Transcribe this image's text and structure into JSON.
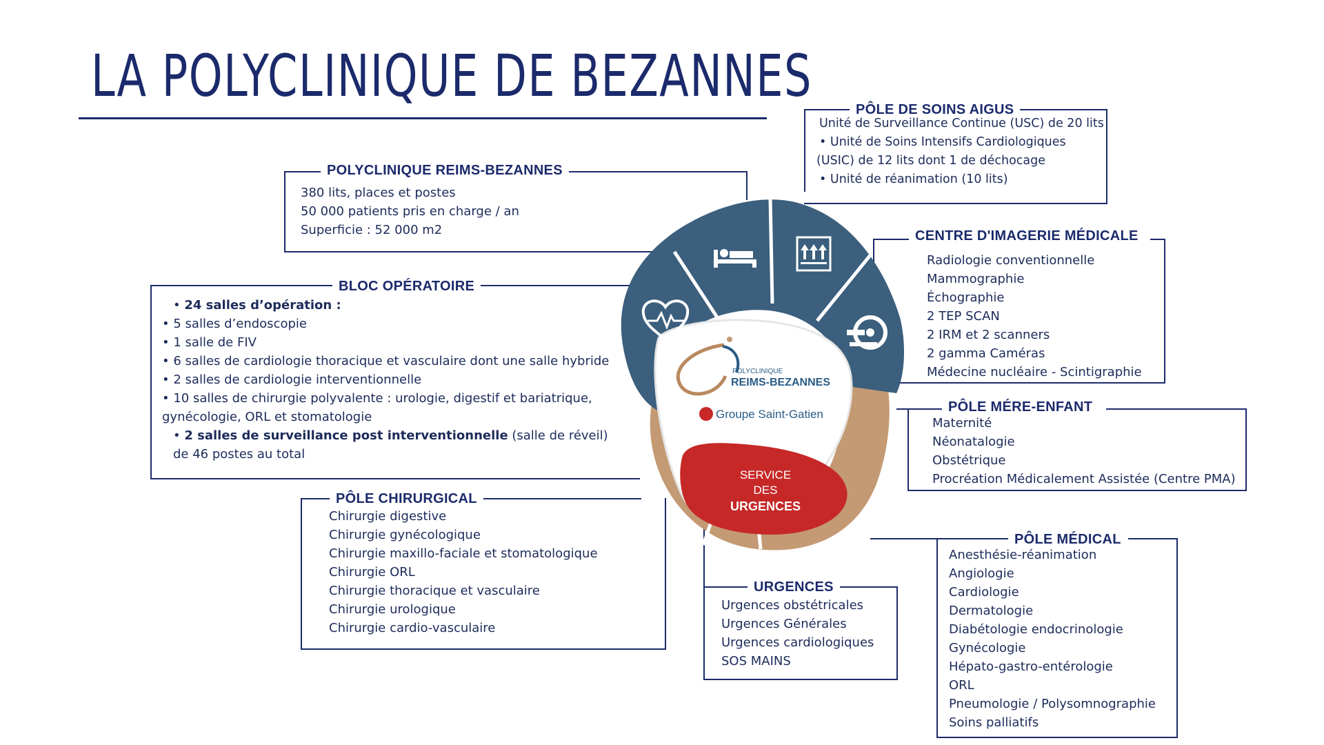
{
  "title": "LA POLYCLINIQUE DE BEZANNES",
  "colors": {
    "navy": "#1b2a6b",
    "wheel_blue": "#3b5f7d",
    "wheel_tan": "#c39a74",
    "urgence_red": "#c62827"
  },
  "center": {
    "logo_small": "POLYCLINIQUE",
    "logo_main": "REIMS-BEZANNES",
    "group": "Groupe Saint-Gatien",
    "urgence_line1": "SERVICE",
    "urgence_line2": "DES",
    "urgence_line3": "URGENCES"
  },
  "icons": [
    "heart-monitor-icon",
    "bed-icon",
    "arrows-up-box-icon",
    "scanner-icon"
  ],
  "boxes": {
    "polyclinique": {
      "title": "POLYCLINIQUE  REIMS-BEZANNES",
      "items": [
        "380 lits, places et postes",
        "50 000 patients pris en charge / an",
        "Superficie : 52 000 m2"
      ]
    },
    "bloc": {
      "title": "BLOC OPÉRATOIRE",
      "b1": "24 salles d’opération :",
      "items": [
        "5 salles d’endoscopie",
        "1 salle de FIV",
        "6 salles de cardiologie thoracique et vasculaire dont une salle hybride",
        "2 salles de cardiologie interventionnelle",
        "10 salles de chirurgie polyvalente : urologie, digestif et bariatrique, gynécologie, ORL et stomatologie"
      ],
      "b2_bold": "2 salles de surveillance post interventionnelle",
      "b2_rest": " (salle de réveil) de 46 postes au total"
    },
    "chirurgical": {
      "title": "PÔLE CHIRURGICAL",
      "items": [
        "Chirurgie digestive",
        "Chirurgie gynécologique",
        "Chirurgie maxillo-faciale et stomatologique",
        "Chirurgie ORL",
        "Chirurgie thoracique et vasculaire",
        "Chirurgie urologique",
        "Chirurgie cardio-vasculaire"
      ]
    },
    "urgences": {
      "title": "URGENCES",
      "items": [
        "Urgences obstétricales",
        "Urgences Générales",
        "Urgences cardiologiques",
        "SOS MAINS"
      ]
    },
    "soins": {
      "title": "PÔLE DE SOINS AIGUS",
      "items": [
        "Unité de Surveillance Continue (USC) de 20 lits",
        "• Unité de Soins Intensifs Cardiologiques",
        "(USIC) de 12 lits dont 1 de déchocage",
        "• Unité de réanimation (10 lits)"
      ]
    },
    "imagerie": {
      "title": "CENTRE D'IMAGERIE  MÉDICALE",
      "items": [
        "Radiologie conventionnelle",
        "Mammographie",
        "Échographie",
        "2 TEP SCAN",
        "2 IRM et 2 scanners",
        "2 gamma Caméras",
        "Médecine nucléaire - Scintigraphie"
      ]
    },
    "mere": {
      "title": "PÔLE MÉRE-ENFANT",
      "items": [
        "Maternité",
        "Néonatalogie",
        "Obstétrique",
        "Procréation Médicalement Assistée (Centre PMA)"
      ]
    },
    "medical": {
      "title": "PÔLE MÉDICAL",
      "items": [
        "Anesthésie-réanimation",
        "Angiologie",
        "Cardiologie",
        "Dermatologie",
        "Diabétologie endocrinologie",
        "Gynécologie",
        "Hépato-gastro-entérologie",
        "ORL",
        "Pneumologie / Polysomnographie",
        "Soins palliatifs"
      ]
    }
  }
}
